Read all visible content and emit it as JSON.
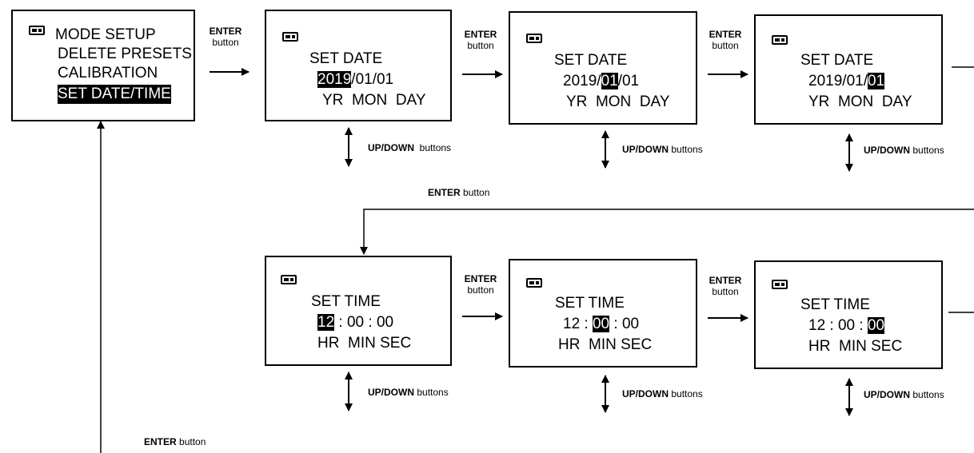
{
  "menu": {
    "items": [
      "MODE SETUP",
      "DELETE PRESETS",
      "CALIBRATION",
      "SET DATE/TIME"
    ]
  },
  "date_screens": [
    {
      "title": "SET DATE",
      "yr": "2019",
      "sep1": "/",
      "mon": "01",
      "sep2": "/",
      "day": "01",
      "sub": "YR  MON  DAY"
    },
    {
      "title": "SET DATE",
      "yr": "2019",
      "sep1": "/",
      "mon": "01",
      "sep2": "/",
      "day": "01",
      "sub": "YR  MON  DAY"
    },
    {
      "title": "SET DATE",
      "yr": "2019",
      "sep1": "/",
      "mon": "01",
      "sep2": "/",
      "day": "01",
      "sub": "YR  MON  DAY"
    }
  ],
  "time_screens": [
    {
      "title": "SET TIME",
      "hr": "12",
      "sep1": " : ",
      "min": "00",
      "sep2": " : ",
      "sec": "00",
      "sub": "HR  MIN SEC"
    },
    {
      "title": "SET TIME",
      "hr": "12",
      "sep1": " : ",
      "min": "00",
      "sep2": " : ",
      "sec": "00",
      "sub": "HR  MIN SEC"
    },
    {
      "title": "SET TIME",
      "hr": "12",
      "sep1": " : ",
      "min": "00",
      "sep2": " : ",
      "sec": "00",
      "sub": "HR  MIN SEC"
    }
  ],
  "labels": {
    "enter": "ENTER",
    "button": "button",
    "updown": "UP/DOWN",
    "buttons": "buttons"
  }
}
